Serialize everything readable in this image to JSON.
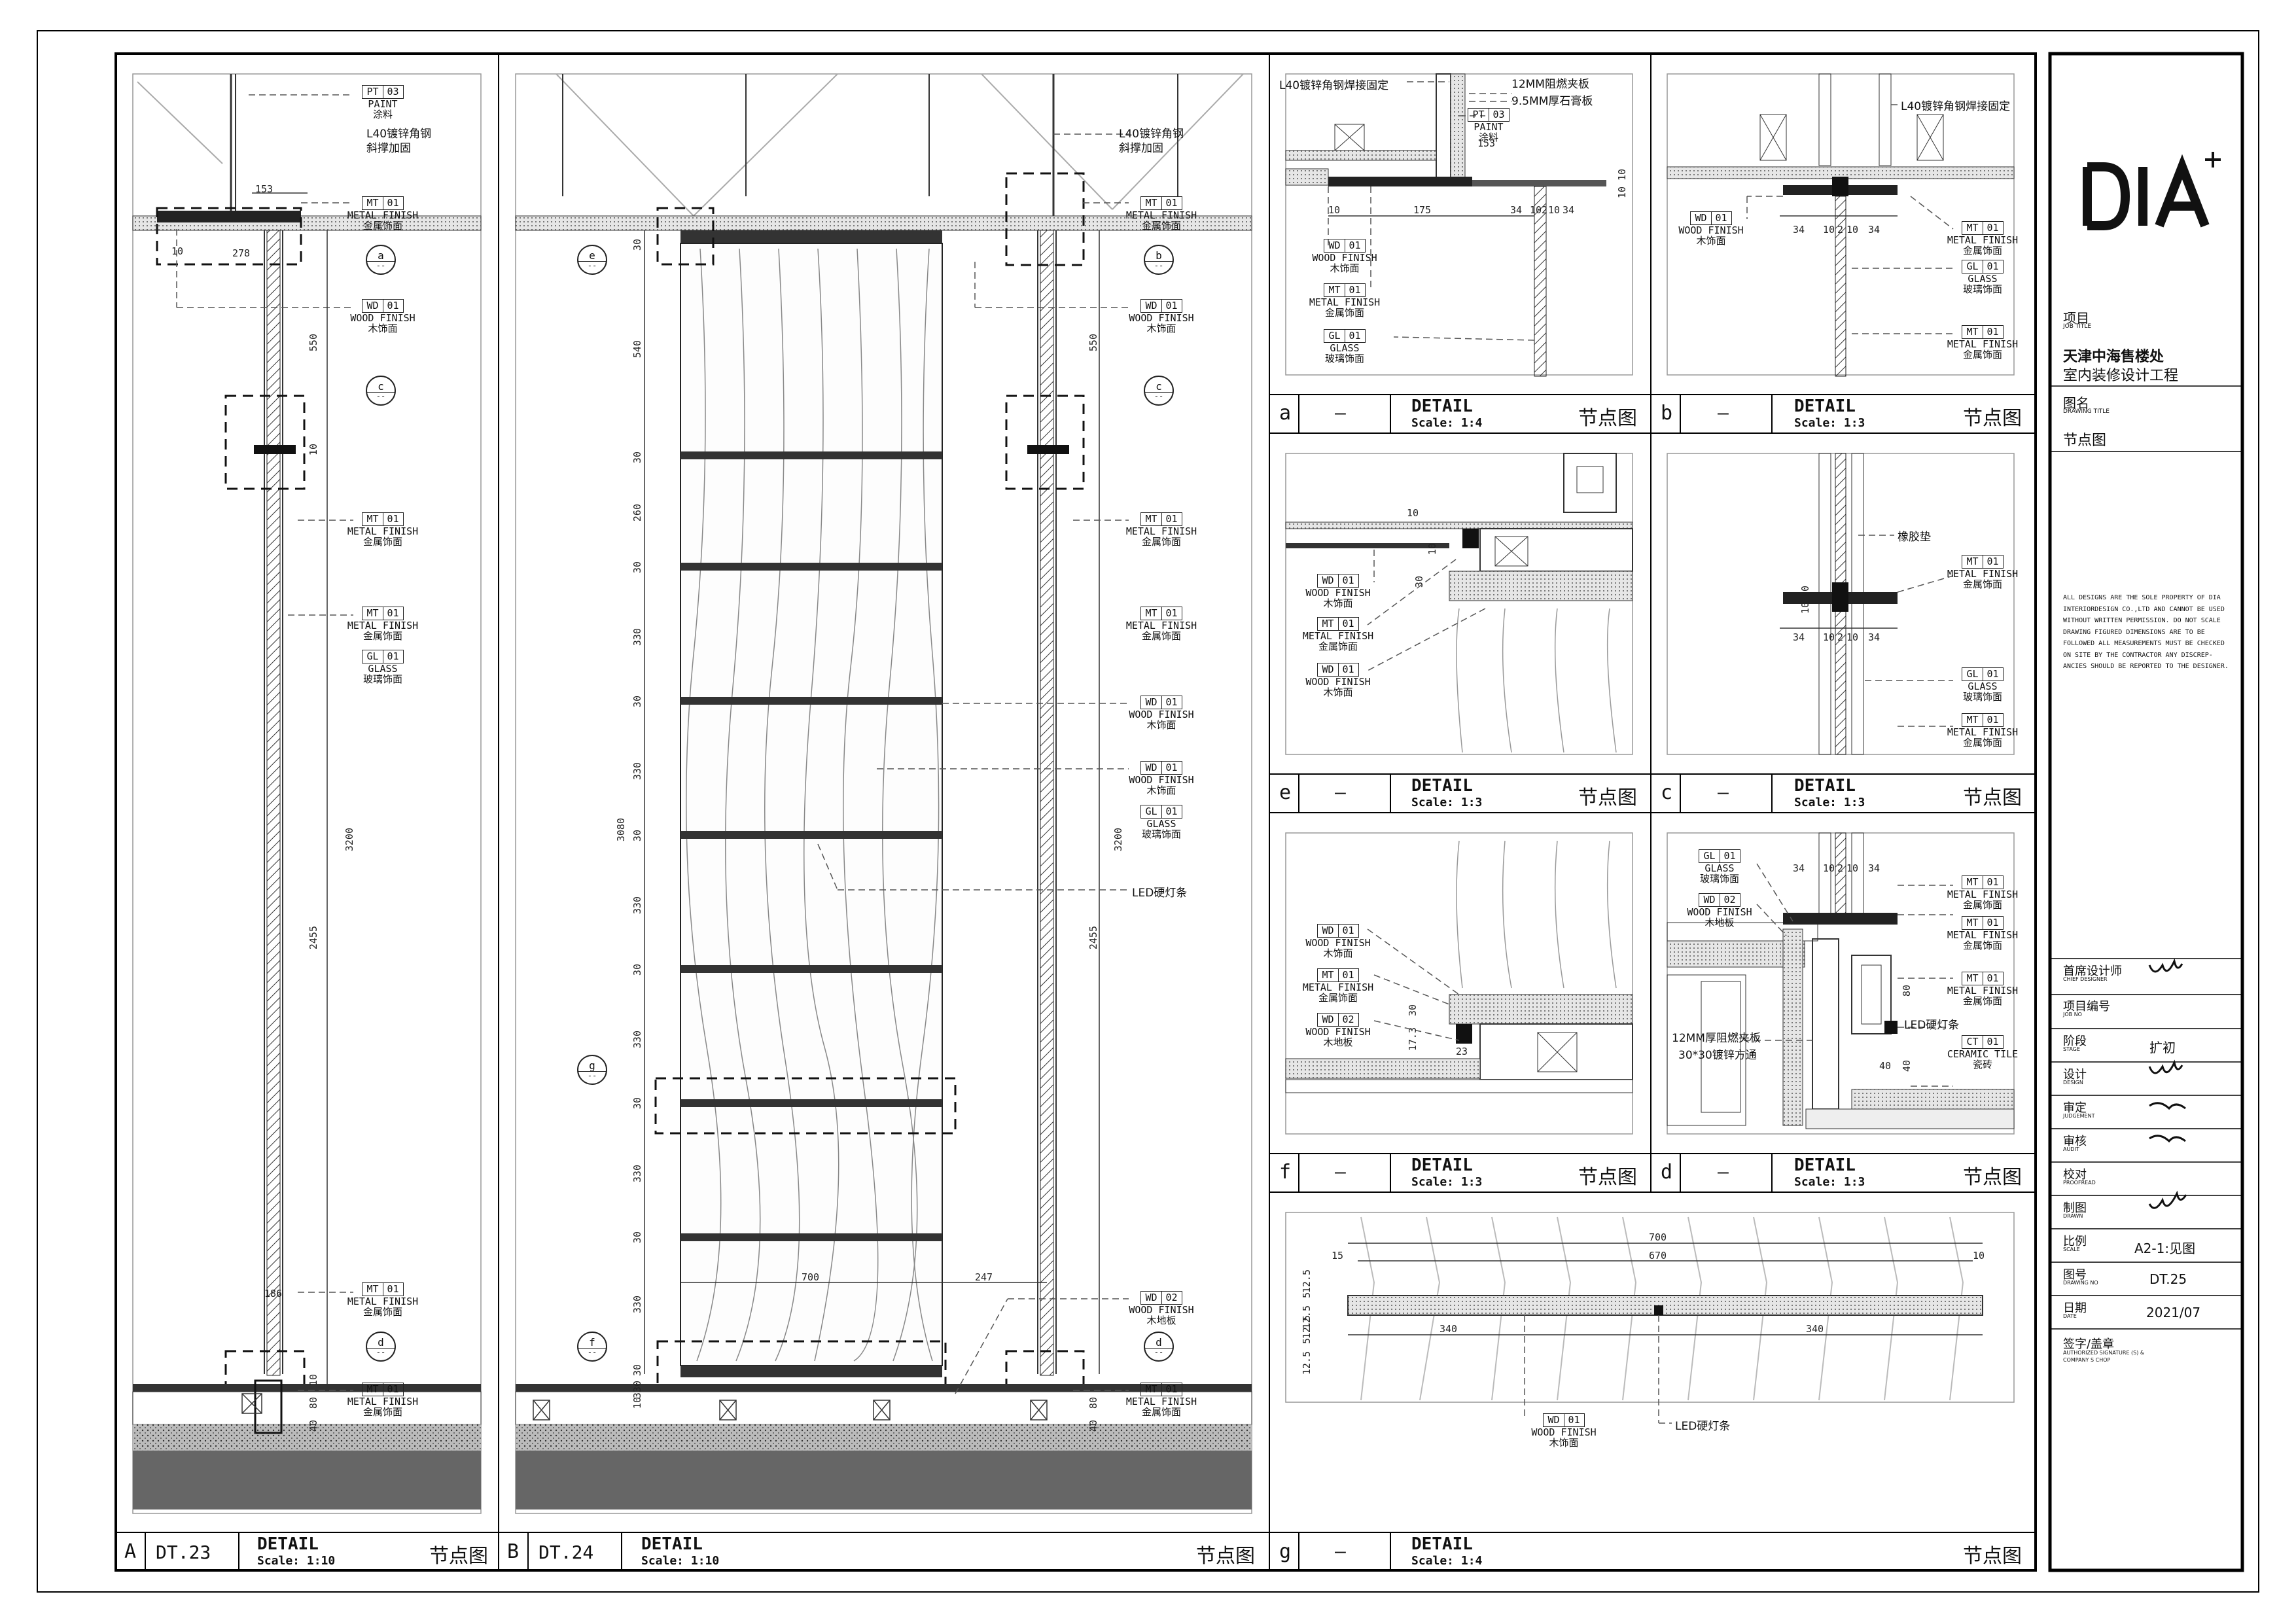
{
  "panels": {
    "A": {
      "letter": "A",
      "code": "DT.23",
      "title": "DETAIL",
      "scale": "Scale: 1:10",
      "zh": "节点图"
    },
    "B": {
      "letter": "B",
      "code": "DT.24",
      "title": "DETAIL",
      "scale": "Scale: 1:10",
      "zh": "节点图"
    },
    "a": {
      "letter": "a",
      "code": "—",
      "title": "DETAIL",
      "scale": "Scale: 1:4",
      "zh": "节点图"
    },
    "b": {
      "letter": "b",
      "code": "—",
      "title": "DETAIL",
      "scale": "Scale: 1:3",
      "zh": "节点图"
    },
    "e": {
      "letter": "e",
      "code": "—",
      "title": "DETAIL",
      "scale": "Scale: 1:3",
      "zh": "节点图"
    },
    "c": {
      "letter": "c",
      "code": "—",
      "title": "DETAIL",
      "scale": "Scale: 1:3",
      "zh": "节点图"
    },
    "f": {
      "letter": "f",
      "code": "—",
      "title": "DETAIL",
      "scale": "Scale: 1:3",
      "zh": "节点图"
    },
    "d": {
      "letter": "d",
      "code": "—",
      "title": "DETAIL",
      "scale": "Scale: 1:3",
      "zh": "节点图"
    },
    "g": {
      "letter": "g",
      "code": "—",
      "title": "DETAIL",
      "scale": "Scale: 1:4",
      "zh": "节点图"
    }
  },
  "tags": {
    "pt03": {
      "code": "PT",
      "num": "03",
      "en": "PAINT",
      "zh": "涂料"
    },
    "mt01": {
      "code": "MT",
      "num": "01",
      "en": "METAL FINISH",
      "zh": "金属饰面"
    },
    "wd01": {
      "code": "WD",
      "num": "01",
      "en": "WOOD FINISH",
      "zh": "木饰面"
    },
    "wd02": {
      "code": "WD",
      "num": "02",
      "en": "WOOD FINISH",
      "zh": "木地板"
    },
    "gl01": {
      "code": "GL",
      "num": "01",
      "en": "GLASS",
      "zh": "玻璃饰面"
    },
    "ct01": {
      "code": "CT",
      "num": "01",
      "en": "CERAMIC TILE",
      "zh": "瓷砖"
    }
  },
  "notes": {
    "l40": "L40镀锌角钢",
    "l40b": "斜撑加固",
    "l40weld": "L40镀锌角钢焊接固定",
    "board12": "12MM阻燃夹板",
    "gypsum": "9.5MM厚石膏板",
    "led": "LED硬灯条",
    "rubber": "橡胶垫",
    "board12b": "12MM厚阻燃夹板",
    "tube": "30*30镀锌方通"
  },
  "dims": {
    "A": [
      "153",
      "10",
      "278",
      "550",
      "10",
      "3200",
      "2455",
      "186",
      "10",
      "80",
      "40"
    ],
    "B": [
      "30",
      "540",
      "30",
      "260",
      "30",
      "330",
      "30",
      "330",
      "30",
      "330",
      "3080",
      "30",
      "330",
      "30",
      "330",
      "30",
      "330",
      "30",
      "330",
      "10",
      "700",
      "247",
      "550",
      "3200",
      "2455",
      "80",
      "40"
    ],
    "a": [
      "175",
      "10",
      "153",
      "34",
      "10",
      "2",
      "10",
      "34",
      "10",
      "10"
    ],
    "b": [
      "34",
      "10",
      "2",
      "10",
      "34"
    ],
    "e": [
      "10",
      "30",
      "10"
    ],
    "c": [
      "34",
      "10",
      "2",
      "10",
      "34",
      "10",
      "10"
    ],
    "f": [
      "17.3",
      "30",
      "23"
    ],
    "d": [
      "34",
      "10",
      "2",
      "10",
      "34",
      "80",
      "40",
      "40"
    ],
    "g": [
      "700",
      "670",
      "15",
      "10",
      "340",
      "340",
      "12.5",
      "5",
      "12.5",
      "12.5",
      "5",
      "12.5"
    ]
  },
  "markers": [
    "a",
    "b",
    "c",
    "d",
    "e",
    "f",
    "g"
  ],
  "titleblock": {
    "logo": "DIA+",
    "job_title_label": "项目",
    "job_title_sub": "JOB TITLE",
    "job_title_1": "天津中海售楼处",
    "job_title_2": "室内装修设计工程",
    "drawing_title_label": "图名",
    "drawing_title_sub": "DRAWING TITLE",
    "drawing_title": "节点图",
    "disclaimer": "ALL DESIGNS ARE THE SOLE PROPERTY OF DIA INTERIORDESIGN CO.,LTD AND CANNOT BE USED WITHOUT WRITTEN PERMISSION. DO NOT SCALE DRAWING FIGURED DIMENSIONS ARE TO BE FOLLOWED ALL MEASUREMENTS MUST BE CHECKED ON SITE BY THE CONTRACTOR ANY DISCREP-ANCIES SHOULD BE REPORTED TO THE DESIGNER.",
    "rows": [
      {
        "zh": "首席设计师",
        "en": "CHIEF DESIGNER",
        "val": ""
      },
      {
        "zh": "项目编号",
        "en": "JOB NO",
        "val": ""
      },
      {
        "zh": "阶段",
        "en": "STAGE",
        "val": "扩初"
      },
      {
        "zh": "设计",
        "en": "DESIGN",
        "val": ""
      },
      {
        "zh": "审定",
        "en": "JUDGEMENT",
        "val": ""
      },
      {
        "zh": "审核",
        "en": "AUDIT",
        "val": ""
      },
      {
        "zh": "校对",
        "en": "PROOFREAD",
        "val": ""
      },
      {
        "zh": "制图",
        "en": "DRAWN",
        "val": ""
      },
      {
        "zh": "比例",
        "en": "SCALE",
        "val": "A2-1:见图"
      },
      {
        "zh": "图号",
        "en": "DRAWING NO",
        "val": "DT.25"
      },
      {
        "zh": "日期",
        "en": "DATE",
        "val": "2021/07"
      }
    ],
    "sign_label": "签字/盖章",
    "sign_sub_1": "AUTHORIZED SIGNATURE (S) &",
    "sign_sub_2": "COMPANY S CHOP"
  }
}
